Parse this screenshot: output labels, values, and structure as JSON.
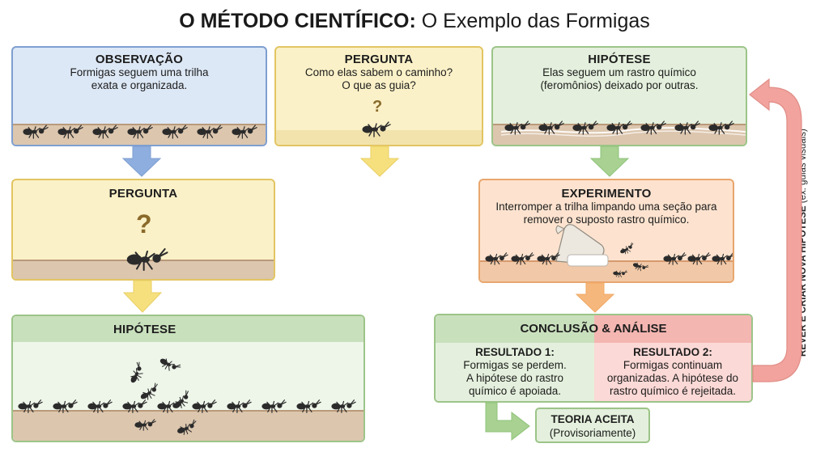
{
  "title": {
    "bold": "O MÉTODO CIENTÍFICO:",
    "rest": "O Exemplo das Formigas"
  },
  "observacao": {
    "heading": "OBSERVAÇÃO",
    "text1": "Formigas seguem uma trilha",
    "text2": "exata e organizada."
  },
  "pergunta_top": {
    "heading": "PERGUNTA",
    "text1": "Como elas sabem o caminho?",
    "text2": "O que as guia?",
    "mark": "?"
  },
  "hipotese_top": {
    "heading": "HIPÓTESE",
    "text1": "Elas seguem um rastro químico",
    "text2": "(feromônios) deixado por outras."
  },
  "pergunta_mid": {
    "heading": "PERGUNTA",
    "mark": "?"
  },
  "experimento": {
    "heading": "EXPERIMENTO",
    "text1": "Interromper a trilha limpando uma seção para",
    "text2": "remover o suposto rastro químico."
  },
  "hipotese_bottom": {
    "heading": "HIPÓTESE"
  },
  "conclusao": {
    "heading": "CONCLUSÃO & ANÁLISE",
    "result1": {
      "heading": "RESULTADO 1:",
      "l1": "Formigas se perdem.",
      "l2": "A hipótese do rastro",
      "l3": "químico é apoiada."
    },
    "result2": {
      "heading": "RESULTADO 2:",
      "l1": "Formigas continuam",
      "l2": "organizadas. A hipótese do",
      "l3": "rastro químico é rejeitada."
    }
  },
  "teoria": {
    "heading": "TEORIA ACEITA",
    "sub": "(Provisoriamente)"
  },
  "side_label": {
    "bold": "REVER E CRIAR NOVA HIPÓTESE",
    "rest": "(ex: guias visuais)"
  },
  "colors": {
    "blue": "#7e9fd0",
    "yellow": "#e8cf62",
    "green": "#8fc37a",
    "orange": "#f2a863",
    "red": "#e98b84",
    "ground": "#dcc6ae",
    "ant": "#2b2b2b"
  }
}
